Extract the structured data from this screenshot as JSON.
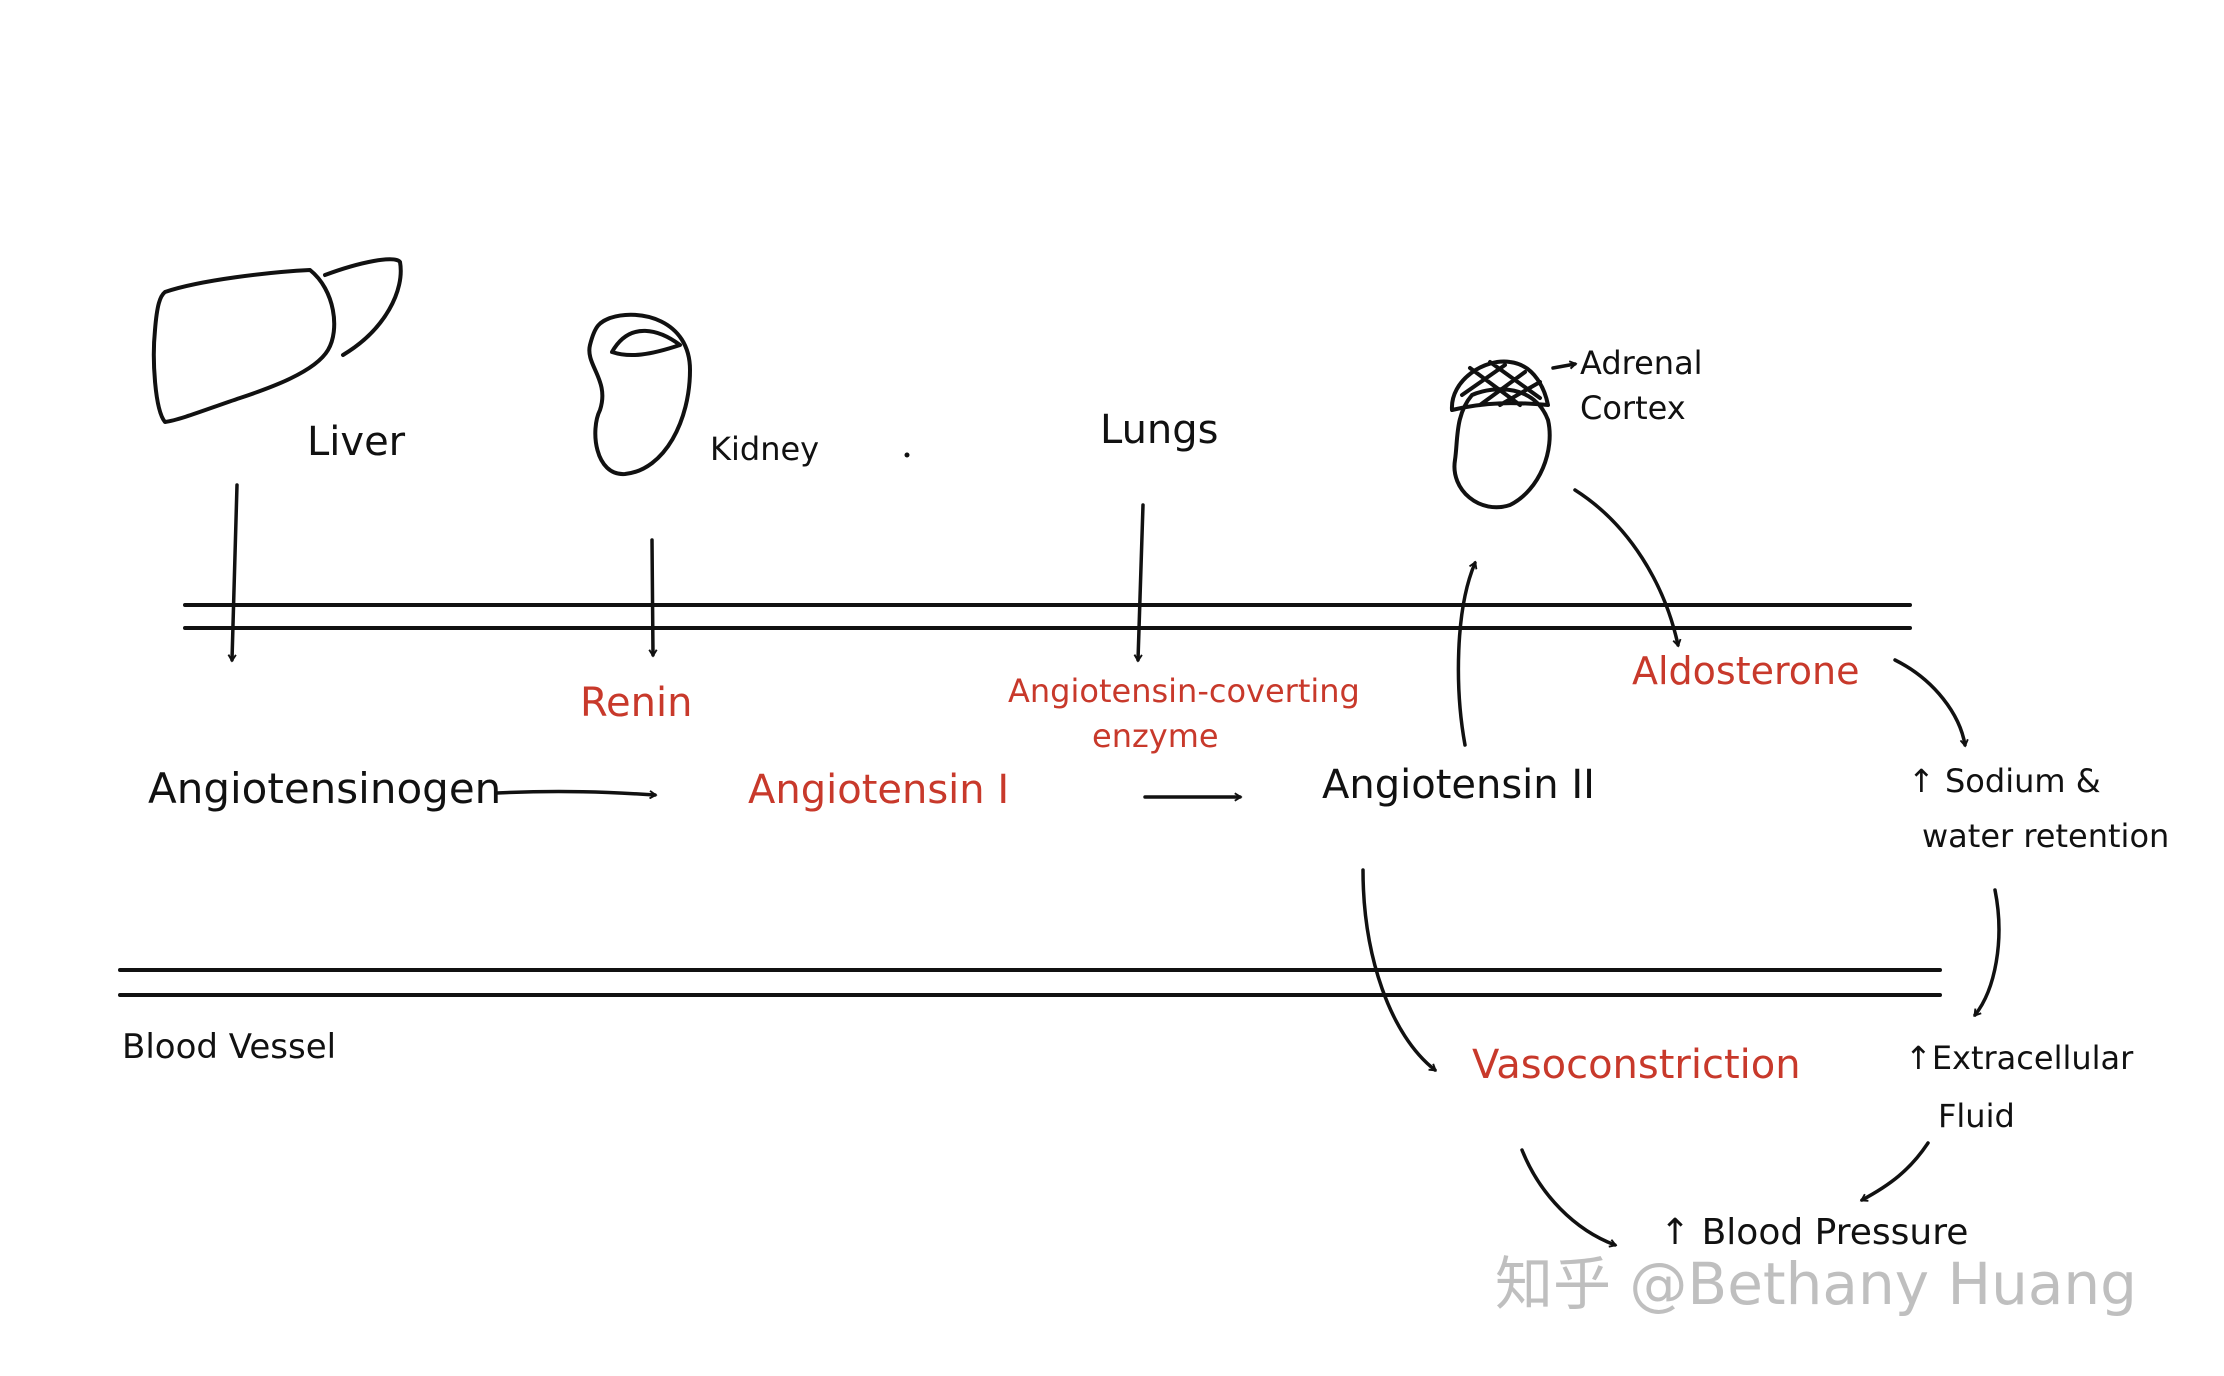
{
  "organs": {
    "liver": "Liver",
    "kidney": "Kidney",
    "lungs": "Lungs",
    "adrenal_cortex": [
      "Adrenal",
      "Cortex"
    ]
  },
  "vessel_label": "Blood Vessel",
  "flow": {
    "angiotensinogen": "Angiotensinogen",
    "renin": "Renin",
    "angiotensin_1": "Angiotensin I",
    "ace": [
      "Angiotensin-coverting",
      "enzyme"
    ],
    "angiotensin_2": "Angiotensin II",
    "aldosterone": "Aldosterone",
    "sodium_water": [
      "↑ Sodium &",
      "water retention"
    ],
    "vasoconstriction": "Vasoconstriction",
    "extracellular_fluid": [
      "↑Extracellular",
      "Fluid"
    ],
    "blood_pressure": "↑ Blood Pressure"
  },
  "colors": {
    "ink": "#111111",
    "highlight": "#c8392b"
  },
  "watermark": "知乎 @Bethany Huang"
}
